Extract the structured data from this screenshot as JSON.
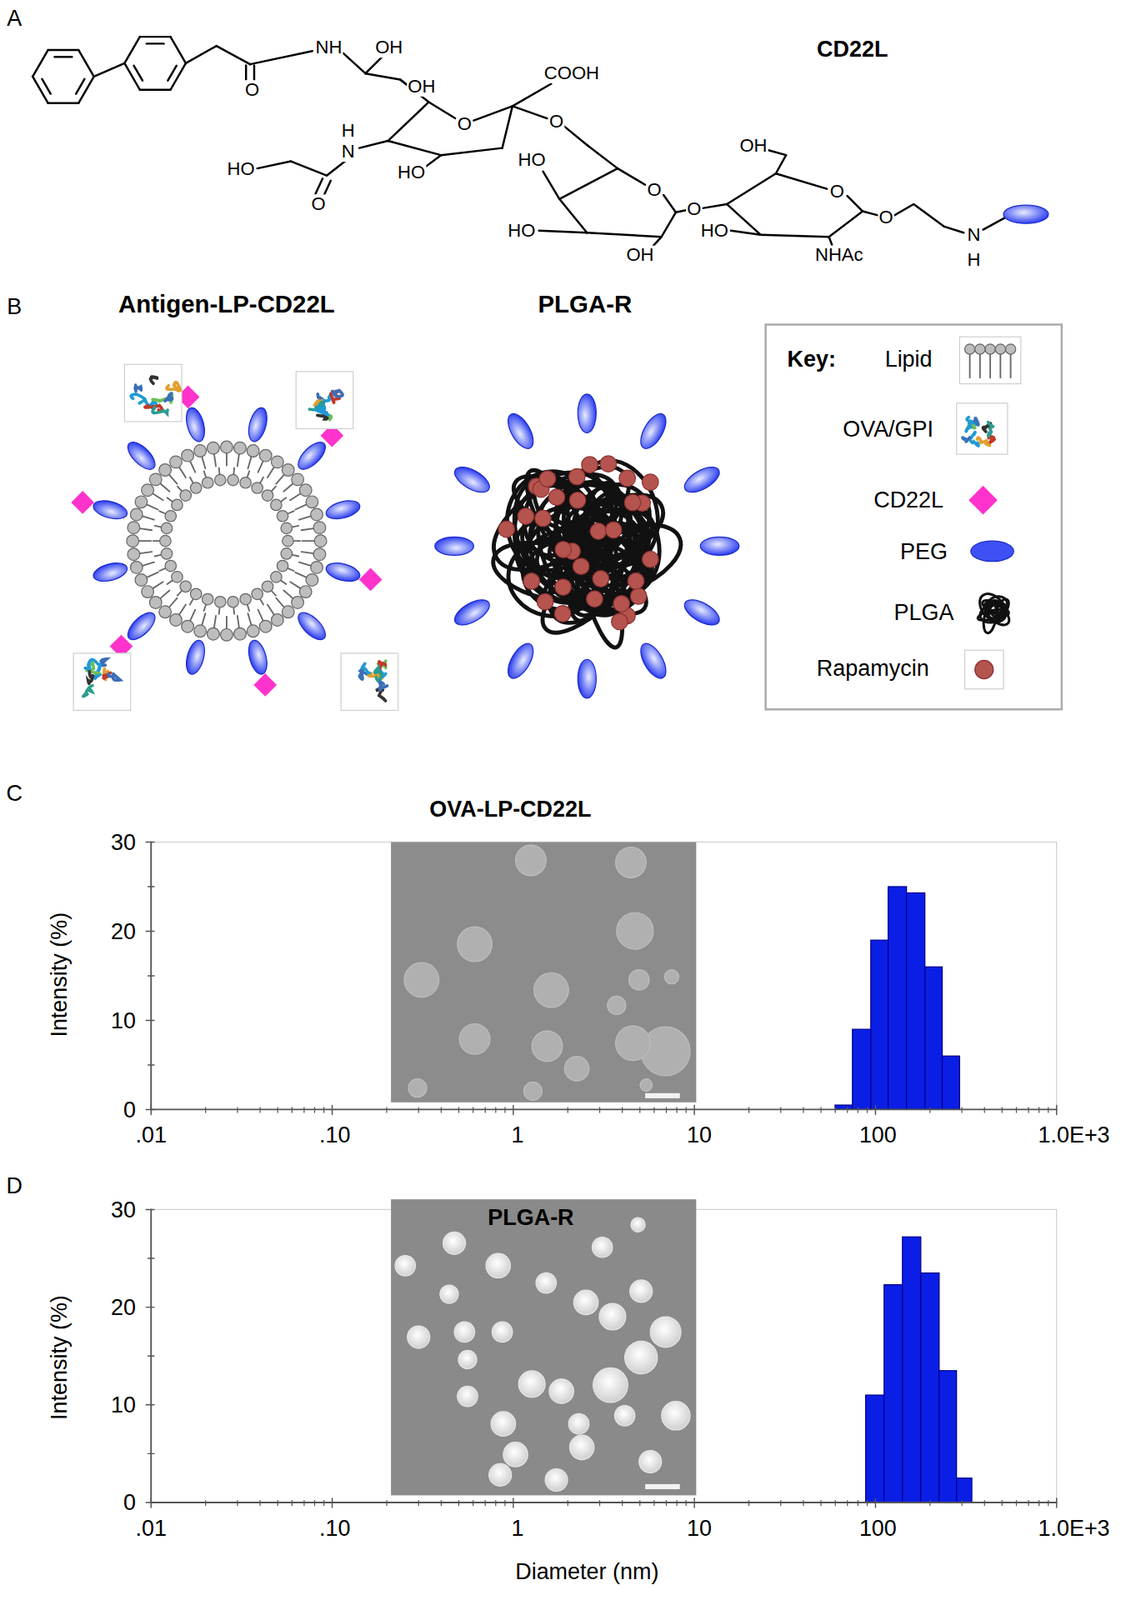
{
  "diagram": {
    "labels": [
      "A",
      "CD22L",
      "NH",
      "OH",
      "O",
      "OH",
      "COOH",
      "O",
      "H",
      "N",
      "HO",
      "HO",
      "O",
      "O",
      "HO",
      "O",
      "OH",
      "O",
      "HO",
      "O",
      "HO",
      "OH",
      "NHAc",
      "O",
      "N",
      "H",
      "B",
      "Antigen-LP-CD22L",
      "PLGA-R",
      "Key:",
      "C",
      "OVA-LP-CD22L",
      "Intensity (%)",
      "30",
      "20",
      "10",
      "0",
      ".01",
      ".10",
      "1",
      "10",
      "100",
      "1.0E+3",
      "D",
      "PLGA-R",
      "Intensity (%)",
      "30",
      "20",
      "10",
      "0",
      ".01",
      ".10",
      "1",
      "10",
      "100",
      "1.0E+3",
      "Diameter (nm)"
    ],
    "legend": [
      {
        "text": "Lipid"
      },
      {
        "text": "OVA/GPI"
      },
      {
        "text": "CD22L",
        "color": "#ff33cc"
      },
      {
        "text": "PEG",
        "color": "#3f51f5"
      },
      {
        "text": "PLGA"
      },
      {
        "text": "Rapamycin",
        "color": "#b5544f"
      }
    ]
  }
}
